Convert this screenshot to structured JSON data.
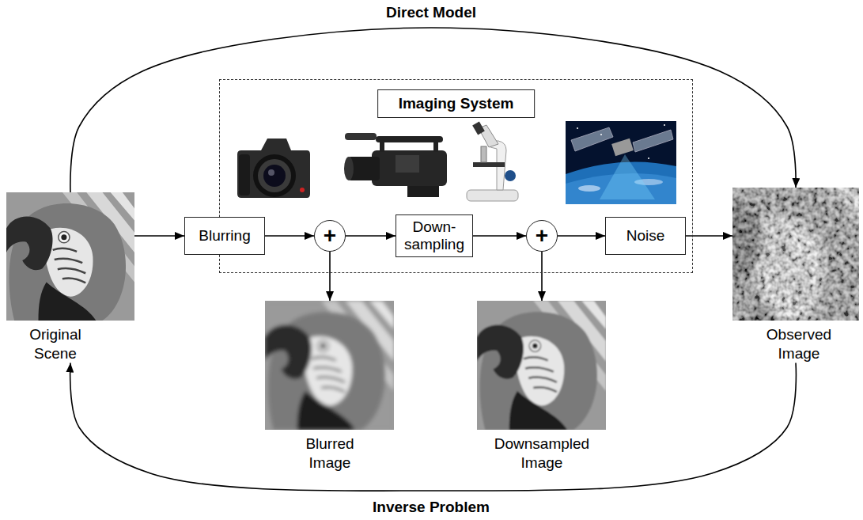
{
  "diagram": {
    "nodes": [
      {
        "text": [
          "Original Scene"
        ]
      },
      {
        "text": [
          "Imaging System"
        ]
      },
      {
        "text": [
          "Blurring"
        ]
      },
      {
        "text": [
          "+"
        ],
        "in": 1
      },
      {
        "text": [
          "Down- sampling"
        ],
        "in": 1
      },
      {
        "text": [
          "+"
        ],
        "in": 1
      },
      {
        "text": [
          "Noise"
        ],
        "in": 1
      },
      {
        "text": [
          "Observed Image"
        ]
      },
      {
        "text": [
          "Blurred Image"
        ]
      },
      {
        "text": [
          "Downsampled Image"
        ]
      }
    ],
    "edges": [
      {
        "from": 0,
        "to": 2,
        "arrow": "to"
      },
      {
        "from": 2,
        "to": 3,
        "arrow": "to"
      },
      {
        "from": 3,
        "to": 4,
        "arrow": "to"
      },
      {
        "from": 4,
        "to": 5,
        "arrow": "to"
      },
      {
        "from": 5,
        "to": 6,
        "arrow": "to"
      },
      {
        "from": 6,
        "to": 7,
        "arrow": "to"
      },
      {
        "from": 3,
        "to": 8,
        "arrow": "to"
      },
      {
        "from": 5,
        "to": 9,
        "arrow": "to"
      },
      {
        "from": 0,
        "to": 7,
        "label": "Direct Model",
        "arrow": "to"
      },
      {
        "from": 7,
        "to": 0,
        "label": "Inverse Problem",
        "arrow": "to"
      }
    ]
  }
}
